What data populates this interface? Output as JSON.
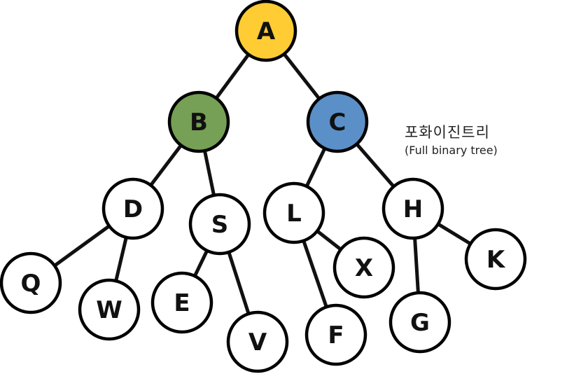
{
  "caption": {
    "title": "포화이진트리",
    "subtitle": "(Full binary tree)"
  },
  "colors": {
    "root": "#FFCC33",
    "B": "#76A055",
    "C": "#5B8FC8",
    "default": "#FFFFFF"
  },
  "nodes": [
    {
      "id": "A",
      "label": "A",
      "fill": "#FFCC33"
    },
    {
      "id": "B",
      "label": "B",
      "fill": "#76A055"
    },
    {
      "id": "C",
      "label": "C",
      "fill": "#5B8FC8"
    },
    {
      "id": "D",
      "label": "D",
      "fill": "#FFFFFF"
    },
    {
      "id": "S",
      "label": "S",
      "fill": "#FFFFFF"
    },
    {
      "id": "L",
      "label": "L",
      "fill": "#FFFFFF"
    },
    {
      "id": "H",
      "label": "H",
      "fill": "#FFFFFF"
    },
    {
      "id": "Q",
      "label": "Q",
      "fill": "#FFFFFF"
    },
    {
      "id": "W",
      "label": "W",
      "fill": "#FFFFFF"
    },
    {
      "id": "E",
      "label": "E",
      "fill": "#FFFFFF"
    },
    {
      "id": "V",
      "label": "V",
      "fill": "#FFFFFF"
    },
    {
      "id": "F",
      "label": "F",
      "fill": "#FFFFFF"
    },
    {
      "id": "X",
      "label": "X",
      "fill": "#FFFFFF"
    },
    {
      "id": "G",
      "label": "G",
      "fill": "#FFFFFF"
    },
    {
      "id": "K",
      "label": "K",
      "fill": "#FFFFFF"
    }
  ],
  "edges": [
    [
      "A",
      "B"
    ],
    [
      "A",
      "C"
    ],
    [
      "B",
      "D"
    ],
    [
      "B",
      "S"
    ],
    [
      "C",
      "L"
    ],
    [
      "C",
      "H"
    ],
    [
      "D",
      "Q"
    ],
    [
      "D",
      "W"
    ],
    [
      "S",
      "E"
    ],
    [
      "S",
      "V"
    ],
    [
      "L",
      "F"
    ],
    [
      "L",
      "X"
    ],
    [
      "H",
      "G"
    ],
    [
      "H",
      "K"
    ]
  ]
}
